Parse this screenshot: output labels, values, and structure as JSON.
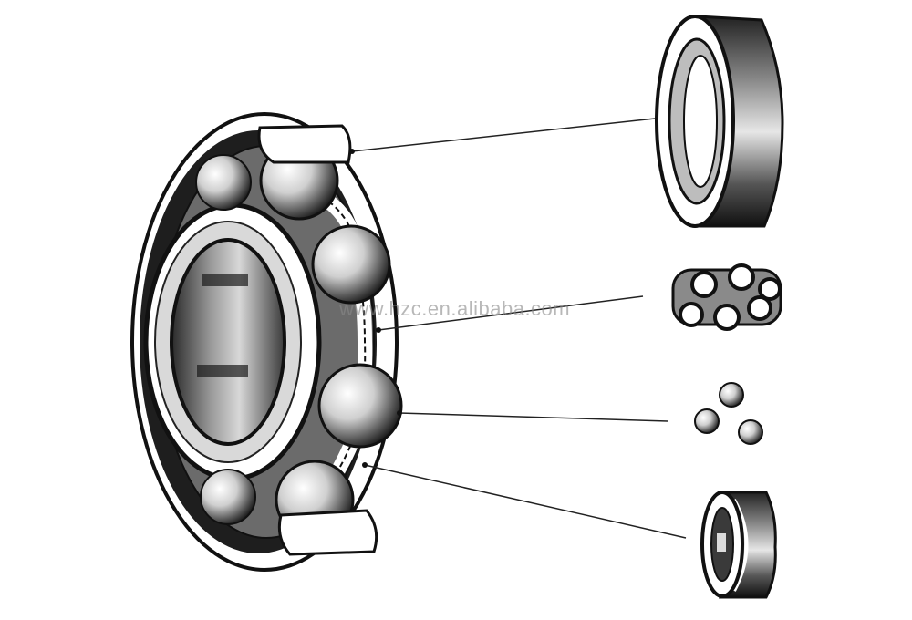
{
  "watermark": "www.hzc.en.alibaba.com",
  "colors": {
    "ink": "#111111",
    "mid": "#555555",
    "light": "#bdbdbd",
    "paper": "#ffffff"
  },
  "parts": [
    {
      "id": "outer-ring",
      "icon": "outer-ring-icon"
    },
    {
      "id": "cage",
      "icon": "cage-icon"
    },
    {
      "id": "balls",
      "icon": "balls-icon"
    },
    {
      "id": "inner-ring",
      "icon": "inner-ring-icon"
    }
  ]
}
